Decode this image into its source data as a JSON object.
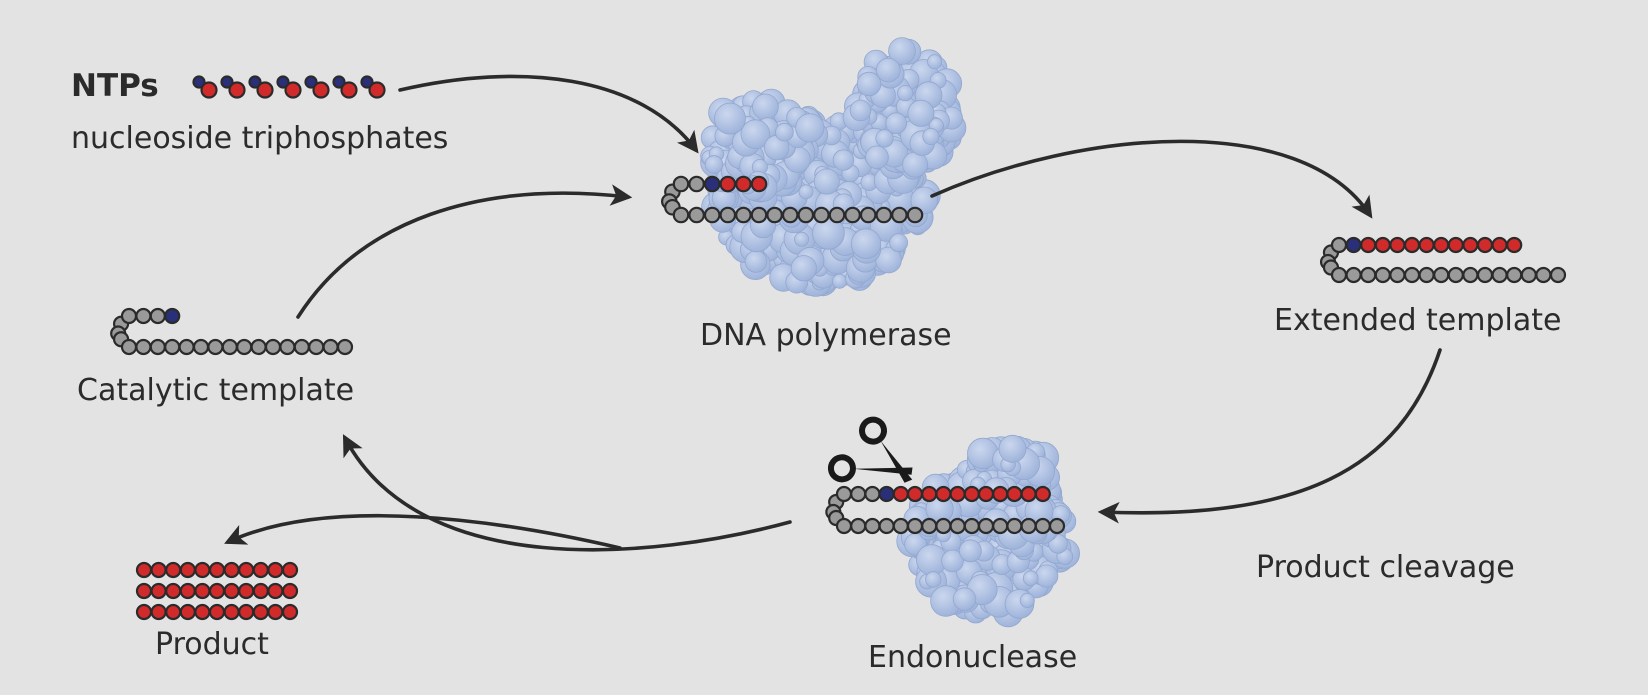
{
  "labels": {
    "ntps_title": "NTPs",
    "ntps_subtitle": "nucleoside triphosphates",
    "dna_polymerase": "DNA polymerase",
    "extended_template": "Extended template",
    "catalytic_template": "Catalytic template",
    "product_cleavage": "Product cleavage",
    "endonuclease": "Endonuclease",
    "product": "Product"
  },
  "colors": {
    "background": "#e3e3e3",
    "template_bead": "#9a9a9a",
    "product_bead": "#d12a2a",
    "marker_bead": "#2a2f7a",
    "bead_outline": "#2b2b2b",
    "protein": "#a9bde0",
    "arrow": "#2b2b2b"
  },
  "icons": {
    "cleavage": "scissors-icon",
    "polymerase": "protein-blob-icon",
    "endonuclease": "protein-blob-icon"
  }
}
